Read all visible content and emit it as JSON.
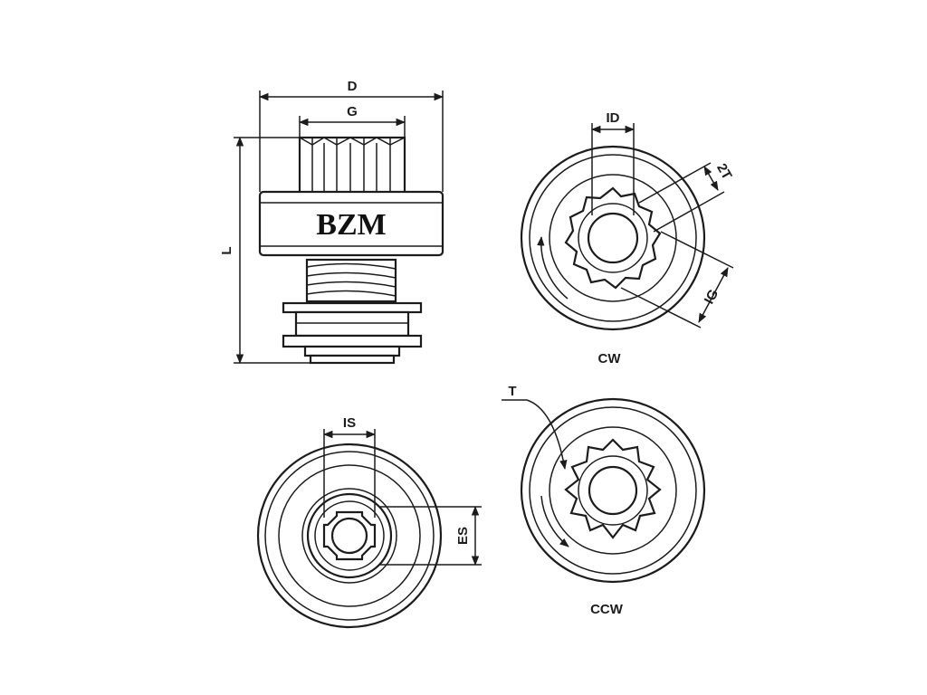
{
  "diagram": {
    "brand_text": "BZM",
    "side_view": {
      "labels": {
        "d": "D",
        "g": "G",
        "l": "L"
      }
    },
    "front_cw": {
      "labels": {
        "id": "ID",
        "two_t": "2T",
        "ig": "IG",
        "direction": "CW"
      }
    },
    "rear_view": {
      "labels": {
        "is": "IS",
        "es": "ES"
      }
    },
    "front_ccw": {
      "labels": {
        "t": "T",
        "direction": "CCW"
      }
    }
  }
}
